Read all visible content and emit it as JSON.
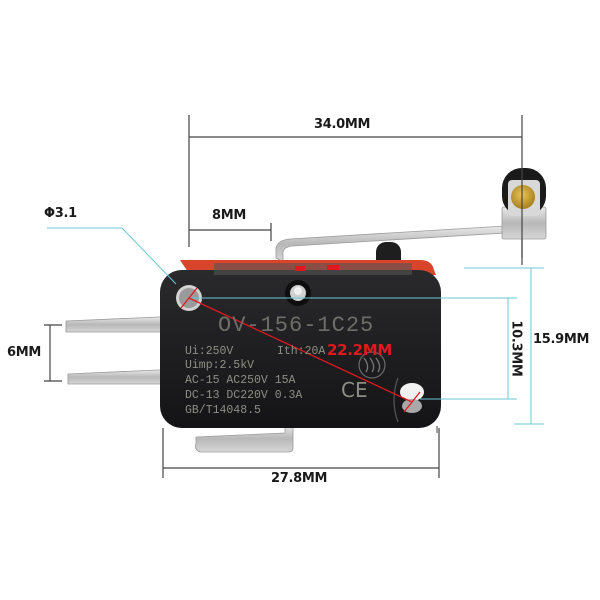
{
  "diagram": {
    "subject": "Micro switch with roller lever",
    "dimensions": {
      "overall_length": "34.0MM",
      "lever_offset": "8MM",
      "hole_diameter": "Φ3.1",
      "terminal_spacing": "6MM",
      "hole_spacing": "22.2MM",
      "hole_vertical": "10.3MM",
      "body_height": "15.9MM",
      "body_length": "27.8MM"
    },
    "body_markings": {
      "model": "OV-156-1C25",
      "line1_left": "Ui:250V",
      "line1_right": "Ith:20A",
      "line2": "Uimp:2.5kV",
      "line3": "AC-15 AC250V 15A",
      "line4": "DC-13 DC220V 0.3A",
      "line5": "GB/T14048.5",
      "ce_mark": "CE"
    },
    "colors": {
      "body": "#1c1c1e",
      "accent_stripe": "#d9452b",
      "dimension_line_dark": "#333333",
      "dimension_line_cyan": "#6cc6d6",
      "red_dimension": "#e0191e",
      "metal": "#c9c9c9",
      "roller_hub": "#c9a23a"
    }
  }
}
